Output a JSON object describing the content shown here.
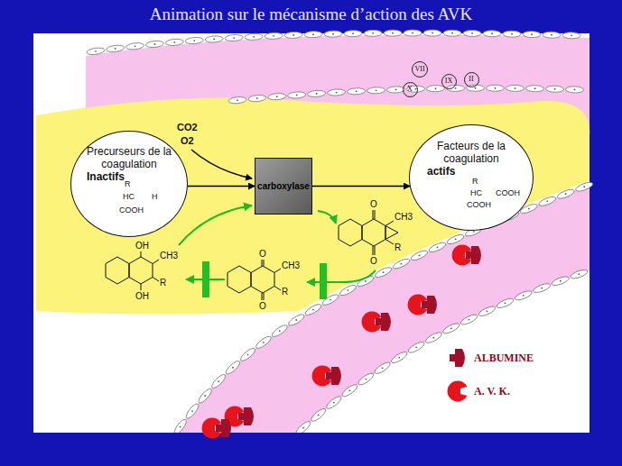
{
  "diagram": {
    "title": "Animation sur le mécanisme d’action des AVK",
    "nodes": [
      {
        "text": [
          "VII"
        ]
      },
      {
        "text": [
          "IX"
        ]
      },
      {
        "text": [
          "II"
        ]
      },
      {
        "text": [
          "X"
        ]
      },
      {
        "text": [
          "Precurseurs de la coagulation",
          "Inactifs"
        ]
      },
      {
        "text": [
          "carboxylase"
        ]
      },
      {
        "text": [
          "Facteurs de la coagulation",
          "actifs"
        ]
      }
    ],
    "edges": [
      {
        "from": 4,
        "to": 5,
        "arrow": "to"
      },
      {
        "from": 5,
        "to": 6,
        "arrow": "to"
      }
    ],
    "labels": [
      "CO2",
      "O2",
      "R",
      "HC",
      "H",
      "COOH",
      "R",
      "HC",
      "COOH",
      "COOH",
      "O",
      "CH3",
      "R",
      "O",
      "O",
      "CH3",
      "R",
      "O",
      "OH",
      "CH3",
      "R",
      "OH"
    ],
    "legend": [
      {
        "text": "ALBUMINE"
      },
      {
        "text": "A. V. K."
      }
    ]
  }
}
